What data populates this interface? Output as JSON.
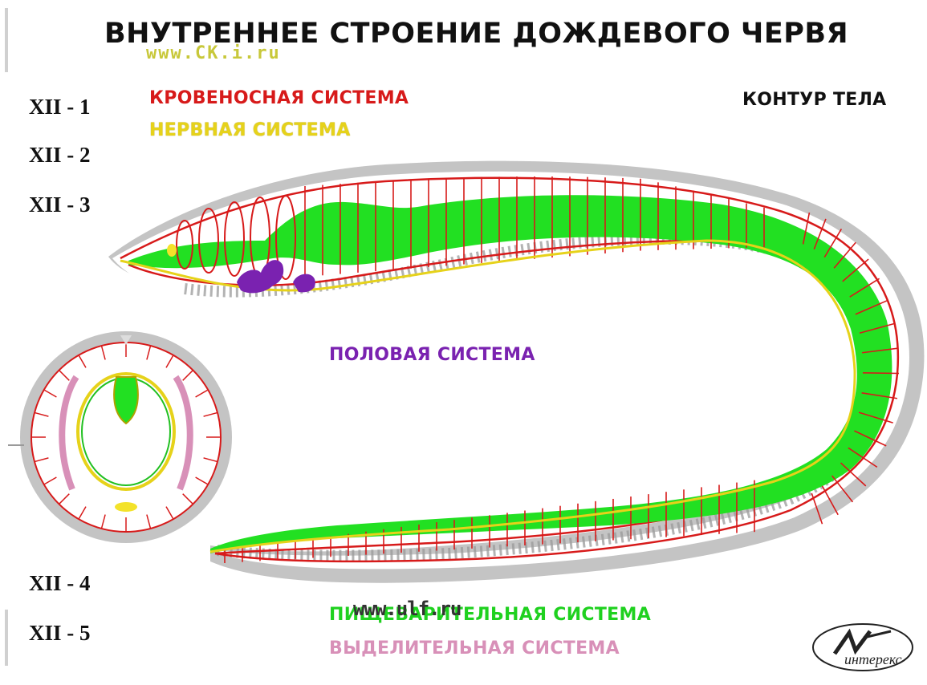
{
  "title": "ВНУТРЕННЕЕ СТРОЕНИЕ ДОЖДЕВОГО ЧЕРВЯ",
  "watermark": "www.CK.i.ru",
  "slide_labels": [
    "XII - 1",
    "XII - 2",
    "XII - 3",
    "XII - 4",
    "XII - 5"
  ],
  "systems": {
    "blood": "КРОВЕНОСНАЯ СИСТЕМА",
    "nervous": "НЕРВНАЯ СИСТЕМА",
    "contour": "КОНТУР ТЕЛА",
    "reproductive": "ПОЛОВАЯ СИСТЕМА",
    "digestive": "ПИЩЕВАРИТЕЛЬНАЯ СИСТЕМА",
    "digestive_overlay": "www.ulf.ru",
    "excretory": "ВЫДЕЛИТЕЛЬНАЯ СИСТЕМА"
  },
  "logo": {
    "text": "интерекс"
  },
  "colors": {
    "blood": "#d71a1a",
    "nervous": "#e6d21a",
    "contour": "#bdbdbd",
    "reproductive": "#7a22b0",
    "digestive": "#22e022",
    "excretory": "#d890b8"
  }
}
